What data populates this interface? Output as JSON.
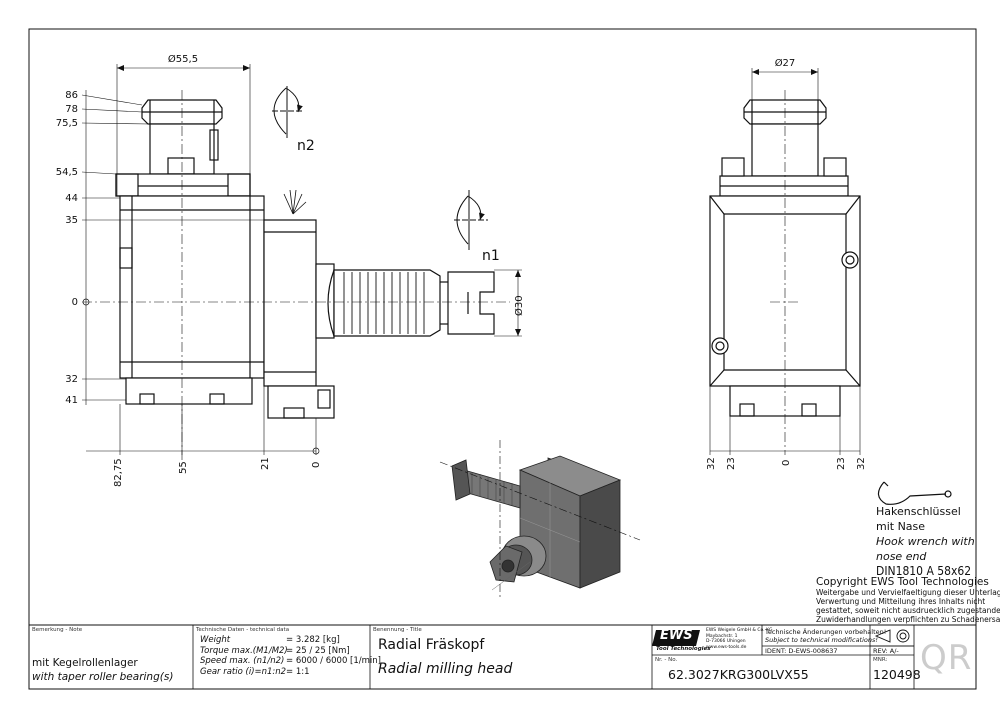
{
  "drawing": {
    "front_dims_left": [
      "86",
      "78",
      "75,5",
      "54,5",
      "44",
      "35",
      "0",
      "32",
      "41"
    ],
    "front_dims_bottom": [
      "82,75",
      "55",
      "21",
      "0"
    ],
    "front_dia_top": "Ø55,5",
    "front_dia_right": "Ø30",
    "side_dia_top": "Ø27",
    "side_dims_bottom": [
      "32",
      "23",
      "0",
      "23",
      "32"
    ],
    "rotation_labels": [
      "n2",
      "n1"
    ]
  },
  "hook_wrench": {
    "line1": "Hakenschlüssel",
    "line2": "mit Nase",
    "line3": "Hook wrench with",
    "line4": "nose end",
    "line5": "DIN1810  A  58x62"
  },
  "copyright": {
    "title": "Copyright EWS Tool Technologies",
    "lines": [
      "Weitergabe und Vervielfaeltigung dieser Unterlage,",
      "Verwertung und Mitteilung ihres Inhalts nicht",
      "gestattet, soweit nicht ausdruecklich zugestanden.",
      "Zuwiderhandlungen verpflichten zu Schadenersatz."
    ]
  },
  "title_block": {
    "note_label": "Bemerkung - Note",
    "note_de": "mit Kegelrollenlager",
    "note_en": "with taper roller bearing(s)",
    "tech_label": "Technische Daten - technical data",
    "tech_rows": [
      {
        "label": "Weight",
        "sep": "=",
        "value": "3.282 [kg]"
      },
      {
        "label": "Torque max.(M1/M2)",
        "sep": "=",
        "value": "25 / 25 [Nm]"
      },
      {
        "label": "Speed max. (n1/n2)",
        "sep": "=",
        "value": "6000 / 6000 [1/min]"
      },
      {
        "label": "Gear ratio  (i)=n1:n2",
        "sep": "=",
        "value": "1:1"
      }
    ],
    "title_label": "Benennung - Title",
    "title_de": "Radial Fräskopf",
    "title_en": "Radial milling head",
    "logo": "EWS",
    "logo_sub": "Tool Technologies",
    "company_lines": [
      "EWS Weigele GmbH & Co. KG",
      "Maybachstr. 1",
      "D-73066 Uhingen",
      "www.ews-tools.de"
    ],
    "changes_de": "Technische Änderungen vorbehalten!",
    "changes_en": "Subject to technical modifications!",
    "ident": "IDENT: D-EWS-008637",
    "rev": "REV:  A/-",
    "nr_label": "Nr. - No.",
    "part_no": "62.3027KRG300LVX55",
    "mnr_label": "MNR:",
    "mnr": "120498",
    "qr": "QR"
  }
}
